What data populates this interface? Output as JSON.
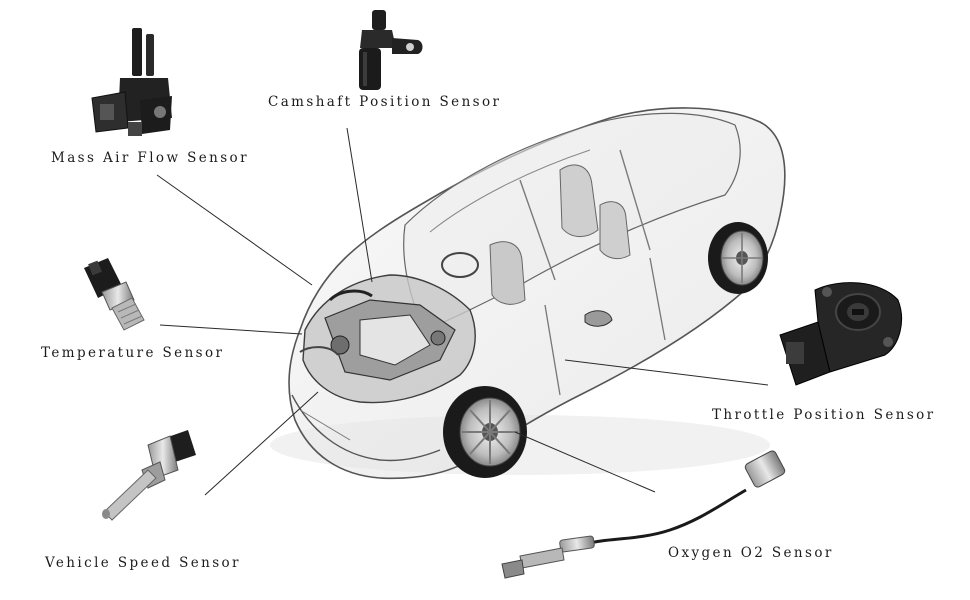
{
  "labels": {
    "mass_air_flow": "Mass Air Flow Sensor",
    "camshaft": "Camshaft Position Sensor",
    "temperature": "Temperature Sensor",
    "throttle": "Throttle Position Sensor",
    "vehicle_speed": "Vehicle Speed Sensor",
    "oxygen": "Oxygen O2 Sensor"
  }
}
